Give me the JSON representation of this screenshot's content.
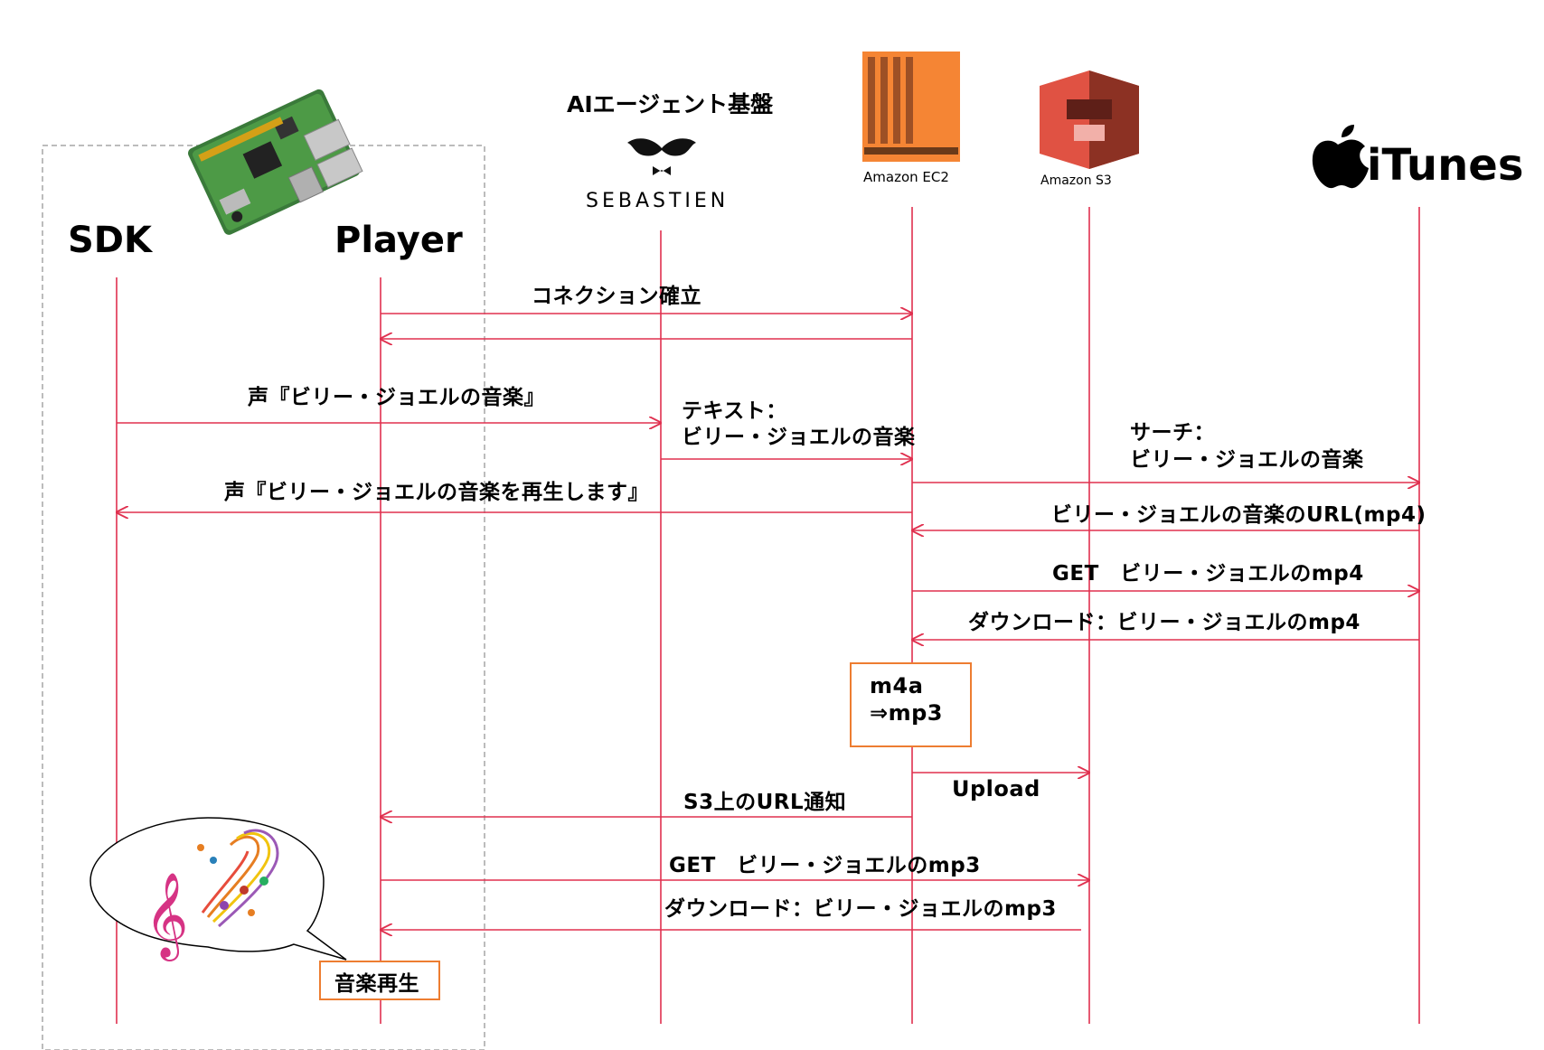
{
  "participants": {
    "sdk": "SDK",
    "player": "Player",
    "ai_platform": "AIエージェント基盤",
    "sebastien": "SEBASTIEN",
    "ec2": "Amazon EC2",
    "s3": "Amazon S3",
    "itunes": "iTunes"
  },
  "messages": {
    "connection": "コネクション確立",
    "voice_request": "声『ビリー・ジョエルの音楽』",
    "text_line1": "テキスト：",
    "text_line2": "ビリー・ジョエルの音楽",
    "search_line1": "サーチ：",
    "search_line2": "ビリー・ジョエルの音楽",
    "voice_reply": "声『ビリー・ジョエルの音楽を再生します』",
    "url_mp4": "ビリー・ジョエルの音楽のURL(mp4)",
    "get_mp4": "GET　ビリー・ジョエルのmp4",
    "download_mp4": "ダウンロード：ビリー・ジョエルのmp4",
    "convert_line1": "m4a",
    "convert_line2": "⇒mp3",
    "upload": "Upload",
    "s3_url": "S3上のURL通知",
    "get_mp3": "GET　ビリー・ジョエルのmp3",
    "download_mp3": "ダウンロード：ビリー・ジョエルのmp3",
    "play": "音楽再生"
  },
  "colors": {
    "lifeline": "#e0304f",
    "box_border": "#ed7d31",
    "ec2_orange": "#f58534",
    "s3_red": "#e05243",
    "dashed_border": "#a6a6a6"
  }
}
